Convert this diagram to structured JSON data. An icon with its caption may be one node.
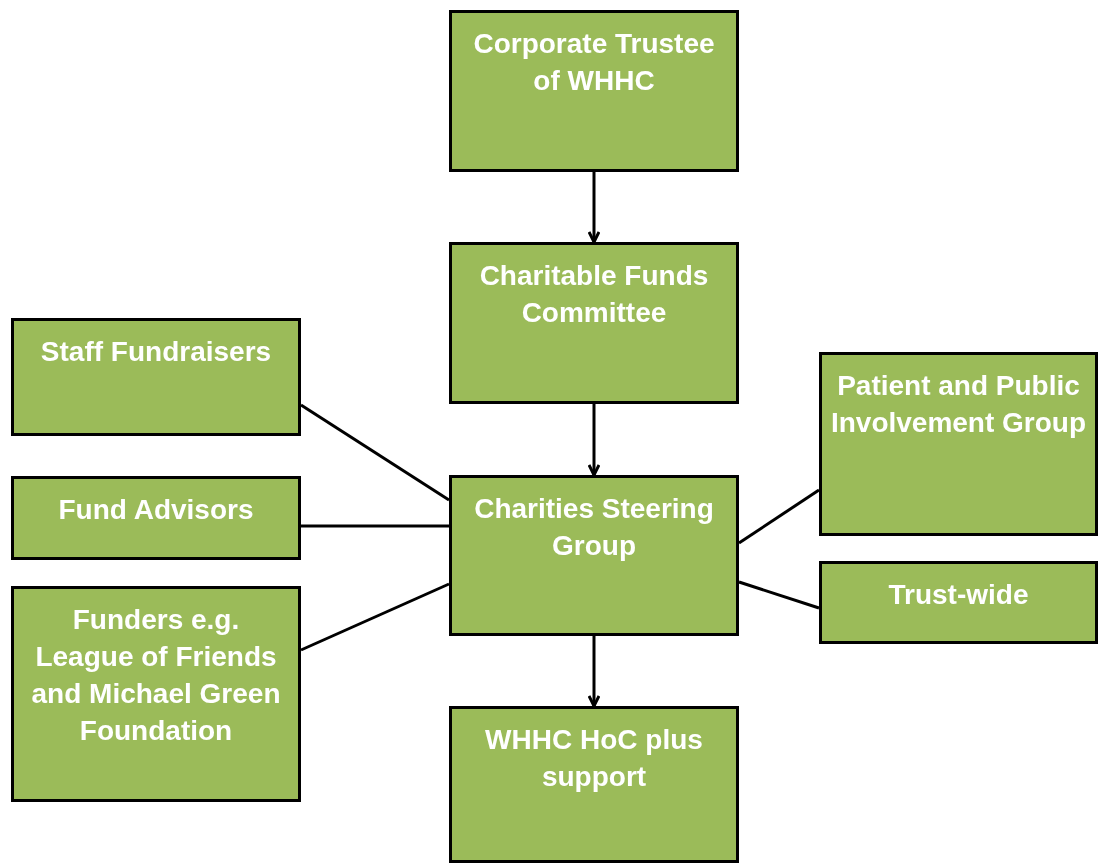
{
  "diagram": {
    "nodes": [
      {
        "text": [
          "Corporate Trustee of WHHC"
        ]
      },
      {
        "text": [
          "Charitable Funds Committee"
        ]
      },
      {
        "text": [
          "Staff Fundraisers"
        ]
      },
      {
        "text": [
          "Patient and Public Involvement Group"
        ]
      },
      {
        "text": [
          "Fund Advisors"
        ]
      },
      {
        "text": [
          "Charities Steering Group"
        ]
      },
      {
        "text": [
          "Trust-wide"
        ]
      },
      {
        "text": [
          "Funders e.g. League of Friends and Michael Green Foundation"
        ]
      },
      {
        "text": [
          "WHHC HoC plus support"
        ]
      }
    ],
    "edges": [
      {
        "from": 0,
        "to": 1,
        "arrow": "to"
      },
      {
        "from": 1,
        "to": 5,
        "arrow": "to"
      },
      {
        "from": 2,
        "to": 5,
        "arrow": "none"
      },
      {
        "from": 4,
        "to": 5,
        "arrow": "none"
      },
      {
        "from": 7,
        "to": 5,
        "arrow": "none"
      },
      {
        "from": 3,
        "to": 5,
        "arrow": "none"
      },
      {
        "from": 6,
        "to": 5,
        "arrow": "none"
      },
      {
        "from": 5,
        "to": 8,
        "arrow": "to"
      }
    ]
  }
}
